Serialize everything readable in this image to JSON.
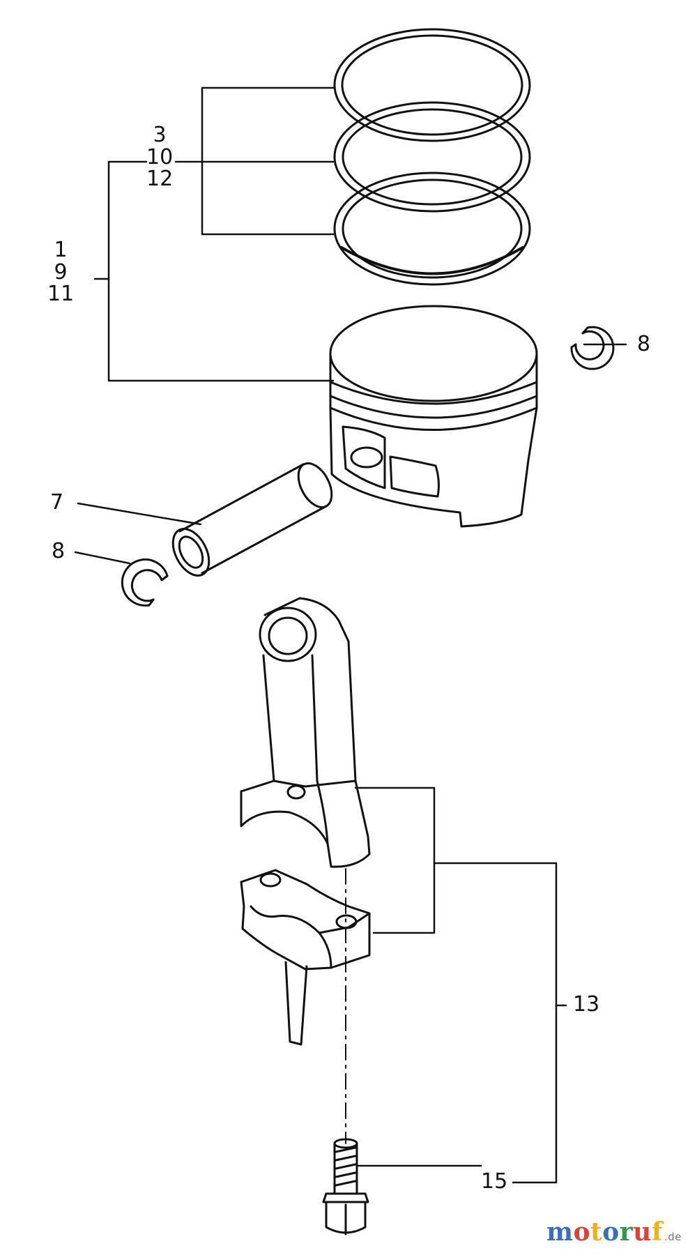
{
  "callouts": {
    "rings_group": [
      "3",
      "10",
      "12"
    ],
    "piston_group": [
      "1",
      "9",
      "11"
    ],
    "circlip_right": "8",
    "piston_pin": "7",
    "circlip_left": "8",
    "conrod": "13",
    "bolt": "15"
  },
  "watermark": {
    "text": "motoruf",
    "tld": ".de",
    "colors": [
      "#3b6fb6",
      "#d9413a",
      "#f0b01e",
      "#3b6fb6",
      "#2f9a48",
      "#d9413a",
      "#f0b01e"
    ]
  }
}
